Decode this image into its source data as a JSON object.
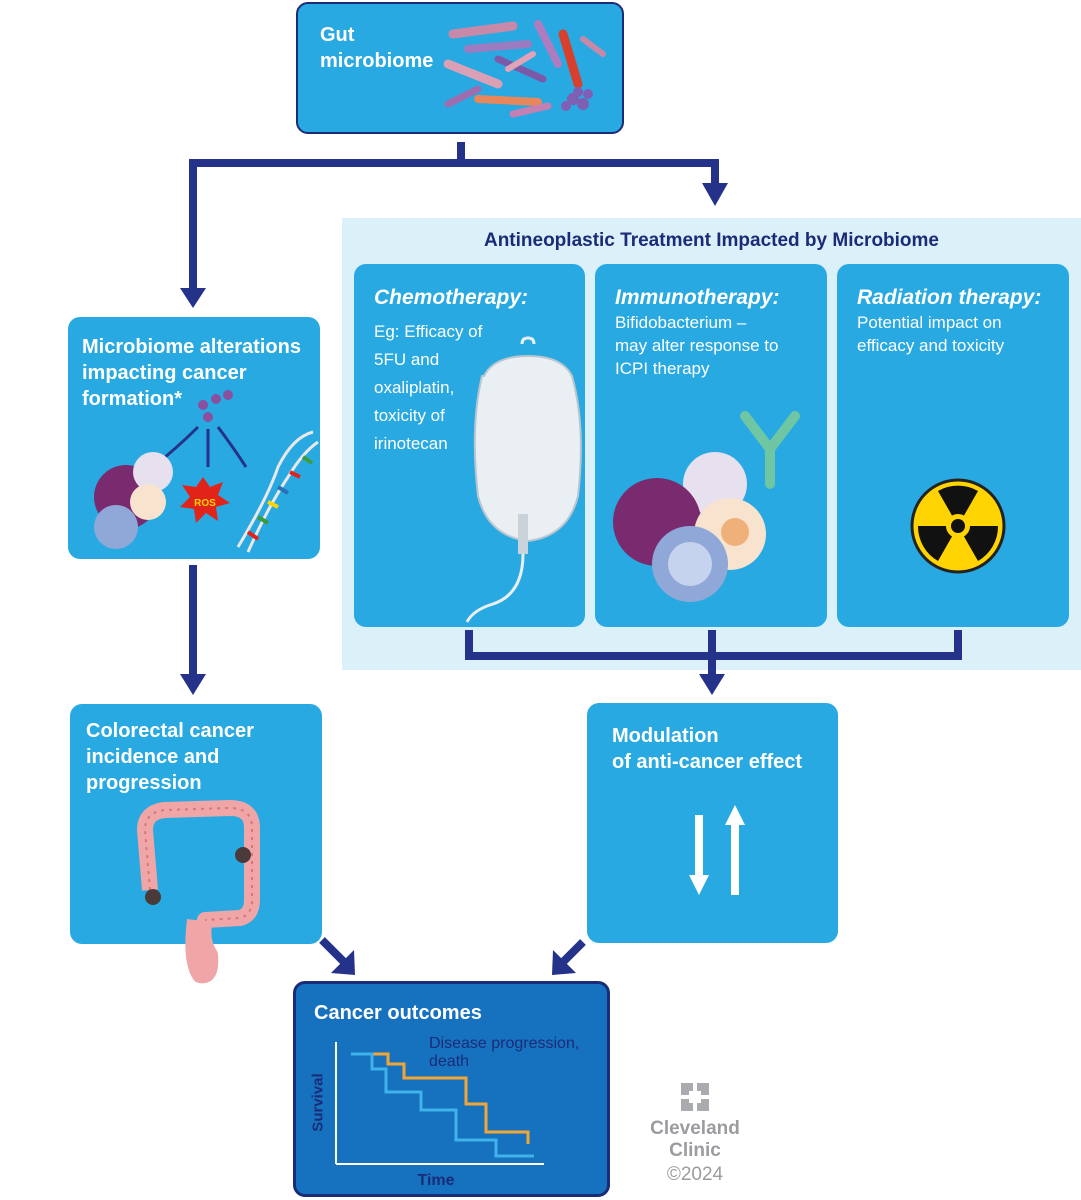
{
  "gut": {
    "title": "Gut\nmicrobiome"
  },
  "treatment_panel": {
    "title": "Antineoplastic Treatment Impacted by Microbiome",
    "cards": [
      {
        "title": "Chemotherapy:",
        "body": "Eg: Efficacy of\n5FU and\noxaliplatin,\ntoxicity of\nirinotecan"
      },
      {
        "title": "Immunotherapy:",
        "body": "Bifidobacterium –\nmay alter response to\nICPI therapy"
      },
      {
        "title": "Radiation therapy:",
        "body": "Potential impact on\nefficacy and toxicity"
      }
    ]
  },
  "alterations": {
    "title": "Microbiome alterations\nimpacting cancer\nformation*",
    "ros_label": "ROS"
  },
  "colorectal": {
    "title": "Colorectal cancer\nincidence and\nprogression"
  },
  "modulation": {
    "title": "Modulation\nof anti-cancer effect"
  },
  "outcomes": {
    "title": "Cancer outcomes",
    "annotation": "Disease progression,\ndeath",
    "ylabel": "Survival",
    "xlabel": "Time"
  },
  "logo": {
    "name": "Cleveland\nClinic",
    "copyright": "©2024"
  },
  "colors": {
    "box": "#29a9e1",
    "dark_box": "#1672bf",
    "arrow": "#25328a",
    "panel": "#dcf0fa",
    "curve_orange": "#f2a536",
    "curve_blue": "#3fb3ea"
  }
}
